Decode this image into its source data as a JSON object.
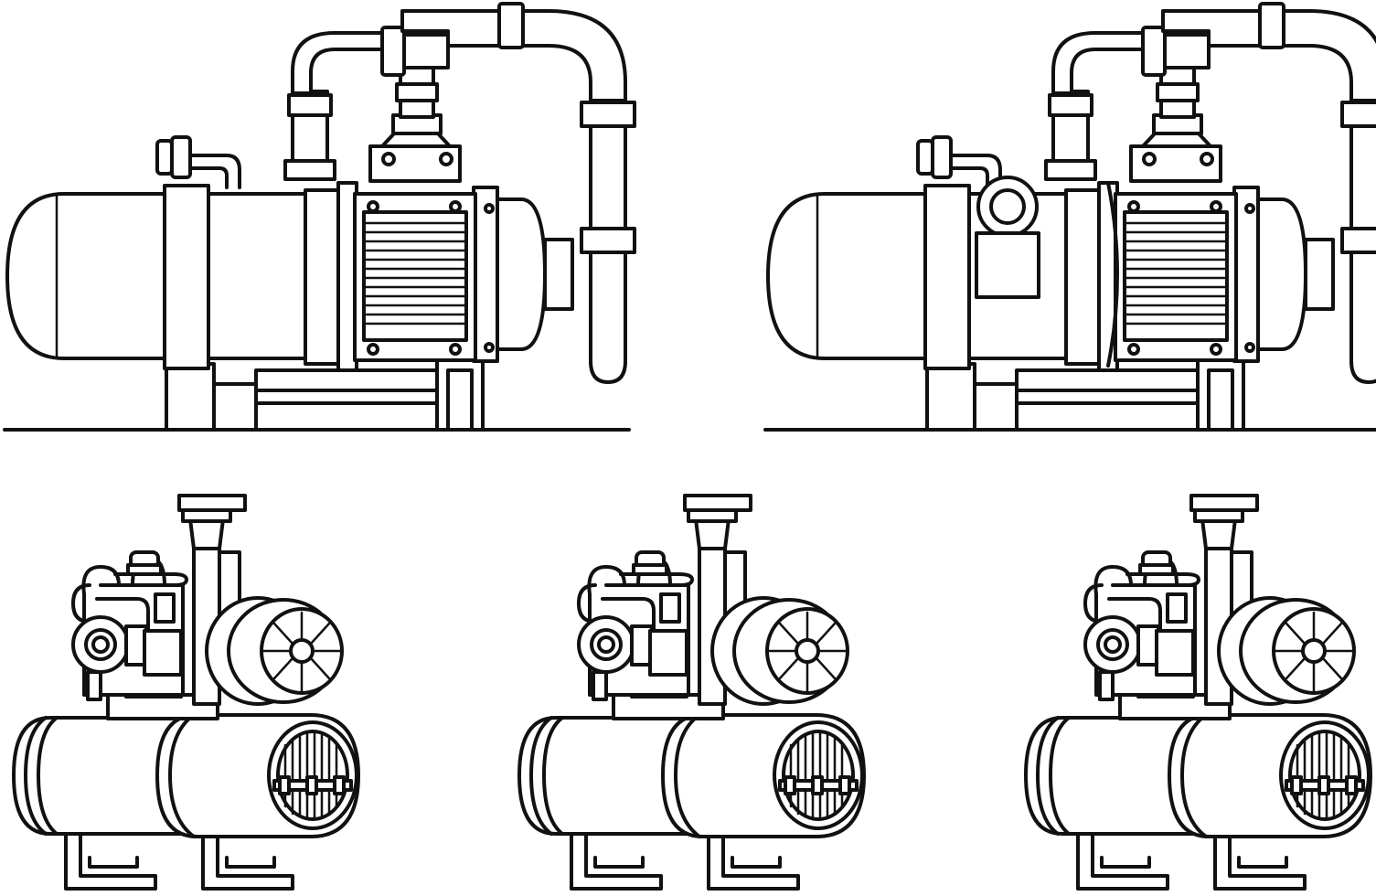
{
  "illustration": {
    "background": "#ffffff",
    "line_color": "#111111",
    "icons": [
      "horizontal-pump-icon",
      "compressor-pump-icon"
    ],
    "figures": [
      {
        "name": "horizontal-pump-a",
        "icon": "horizontal-pump-icon",
        "variant": "plain"
      },
      {
        "name": "horizontal-pump-b",
        "icon": "horizontal-pump-icon",
        "variant": "volute"
      },
      {
        "name": "compressor-pump-a",
        "icon": "compressor-pump-icon"
      },
      {
        "name": "compressor-pump-b",
        "icon": "compressor-pump-icon"
      },
      {
        "name": "compressor-pump-c",
        "icon": "compressor-pump-icon"
      }
    ]
  }
}
